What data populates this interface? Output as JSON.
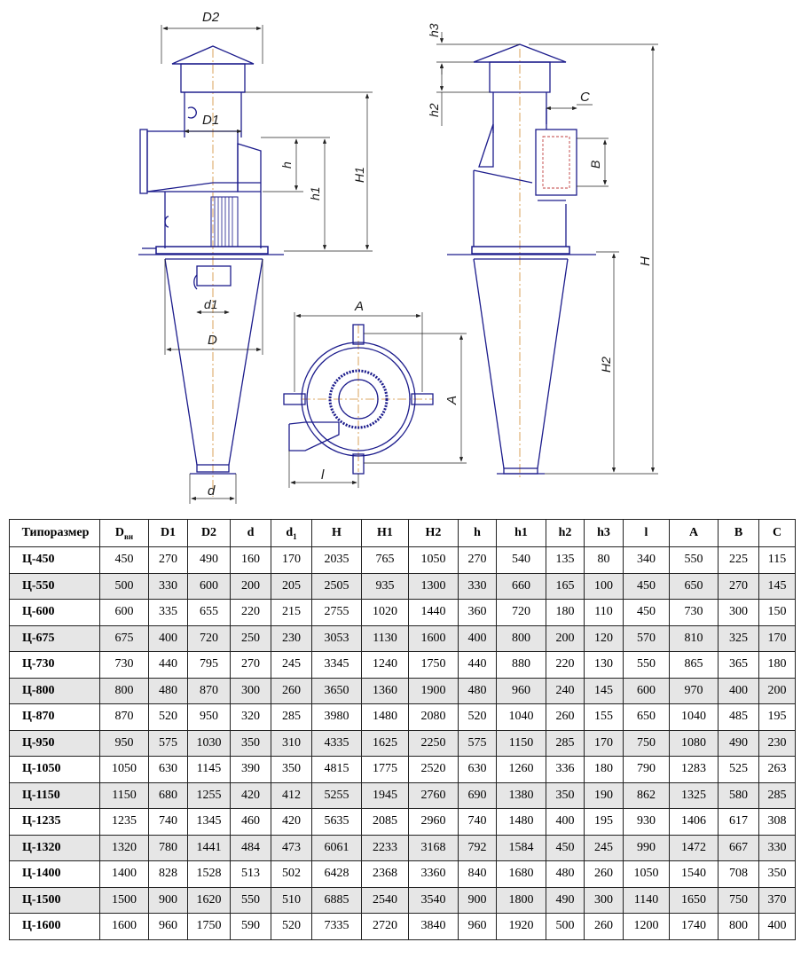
{
  "drawing": {
    "labels": {
      "D2": "D2",
      "D1": "D1",
      "h": "h",
      "h1": "h1",
      "H1": "H1",
      "d1": "d1",
      "D": "D",
      "d": "d",
      "h3": "h3",
      "h2": "h2",
      "C": "C",
      "B": "B",
      "H": "H",
      "H2": "H2",
      "A_top": "A",
      "A_side": "A",
      "l": "l"
    }
  },
  "table": {
    "headers": [
      {
        "main": "Типоразмер",
        "sub": ""
      },
      {
        "main": "D",
        "sub": "вн"
      },
      {
        "main": "D1",
        "sub": ""
      },
      {
        "main": "D2",
        "sub": ""
      },
      {
        "main": "d",
        "sub": ""
      },
      {
        "main": "d",
        "sub": "1"
      },
      {
        "main": "H",
        "sub": ""
      },
      {
        "main": "H1",
        "sub": ""
      },
      {
        "main": "H2",
        "sub": ""
      },
      {
        "main": "h",
        "sub": ""
      },
      {
        "main": "h1",
        "sub": ""
      },
      {
        "main": "h2",
        "sub": ""
      },
      {
        "main": "h3",
        "sub": ""
      },
      {
        "main": "l",
        "sub": ""
      },
      {
        "main": "A",
        "sub": ""
      },
      {
        "main": "B",
        "sub": ""
      },
      {
        "main": "C",
        "sub": ""
      }
    ],
    "rows": [
      [
        "Ц-450",
        "450",
        "270",
        "490",
        "160",
        "170",
        "2035",
        "765",
        "1050",
        "270",
        "540",
        "135",
        "80",
        "340",
        "550",
        "225",
        "115"
      ],
      [
        "Ц-550",
        "500",
        "330",
        "600",
        "200",
        "205",
        "2505",
        "935",
        "1300",
        "330",
        "660",
        "165",
        "100",
        "450",
        "650",
        "270",
        "145"
      ],
      [
        "Ц-600",
        "600",
        "335",
        "655",
        "220",
        "215",
        "2755",
        "1020",
        "1440",
        "360",
        "720",
        "180",
        "110",
        "450",
        "730",
        "300",
        "150"
      ],
      [
        "Ц-675",
        "675",
        "400",
        "720",
        "250",
        "230",
        "3053",
        "1130",
        "1600",
        "400",
        "800",
        "200",
        "120",
        "570",
        "810",
        "325",
        "170"
      ],
      [
        "Ц-730",
        "730",
        "440",
        "795",
        "270",
        "245",
        "3345",
        "1240",
        "1750",
        "440",
        "880",
        "220",
        "130",
        "550",
        "865",
        "365",
        "180"
      ],
      [
        "Ц-800",
        "800",
        "480",
        "870",
        "300",
        "260",
        "3650",
        "1360",
        "1900",
        "480",
        "960",
        "240",
        "145",
        "600",
        "970",
        "400",
        "200"
      ],
      [
        "Ц-870",
        "870",
        "520",
        "950",
        "320",
        "285",
        "3980",
        "1480",
        "2080",
        "520",
        "1040",
        "260",
        "155",
        "650",
        "1040",
        "485",
        "195"
      ],
      [
        "Ц-950",
        "950",
        "575",
        "1030",
        "350",
        "310",
        "4335",
        "1625",
        "2250",
        "575",
        "1150",
        "285",
        "170",
        "750",
        "1080",
        "490",
        "230"
      ],
      [
        "Ц-1050",
        "1050",
        "630",
        "1145",
        "390",
        "350",
        "4815",
        "1775",
        "2520",
        "630",
        "1260",
        "336",
        "180",
        "790",
        "1283",
        "525",
        "263"
      ],
      [
        "Ц-1150",
        "1150",
        "680",
        "1255",
        "420",
        "412",
        "5255",
        "1945",
        "2760",
        "690",
        "1380",
        "350",
        "190",
        "862",
        "1325",
        "580",
        "285"
      ],
      [
        "Ц-1235",
        "1235",
        "740",
        "1345",
        "460",
        "420",
        "5635",
        "2085",
        "2960",
        "740",
        "1480",
        "400",
        "195",
        "930",
        "1406",
        "617",
        "308"
      ],
      [
        "Ц-1320",
        "1320",
        "780",
        "1441",
        "484",
        "473",
        "6061",
        "2233",
        "3168",
        "792",
        "1584",
        "450",
        "245",
        "990",
        "1472",
        "667",
        "330"
      ],
      [
        "Ц-1400",
        "1400",
        "828",
        "1528",
        "513",
        "502",
        "6428",
        "2368",
        "3360",
        "840",
        "1680",
        "480",
        "260",
        "1050",
        "1540",
        "708",
        "350"
      ],
      [
        "Ц-1500",
        "1500",
        "900",
        "1620",
        "550",
        "510",
        "6885",
        "2540",
        "3540",
        "900",
        "1800",
        "490",
        "300",
        "1140",
        "1650",
        "750",
        "370"
      ],
      [
        "Ц-1600",
        "1600",
        "960",
        "1750",
        "590",
        "520",
        "7335",
        "2720",
        "3840",
        "960",
        "1920",
        "500",
        "260",
        "1200",
        "1740",
        "800",
        "400"
      ]
    ]
  }
}
